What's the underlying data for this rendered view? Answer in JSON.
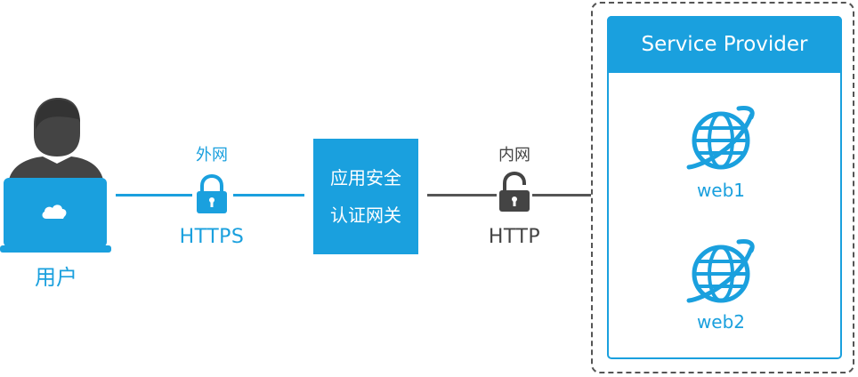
{
  "user": {
    "label": "用户"
  },
  "outer_network": {
    "zone_label": "外网",
    "protocol": "HTTPS"
  },
  "gateway": {
    "line1": "应用安全",
    "line2": "认证网关"
  },
  "inner_network": {
    "zone_label": "内网",
    "protocol": "HTTP"
  },
  "service_provider": {
    "title": "Service Provider",
    "servers": [
      {
        "label": "web1"
      },
      {
        "label": "web2"
      }
    ]
  },
  "colors": {
    "accent": "#1aa0de",
    "dark": "#444444",
    "line_gray": "#555555"
  }
}
